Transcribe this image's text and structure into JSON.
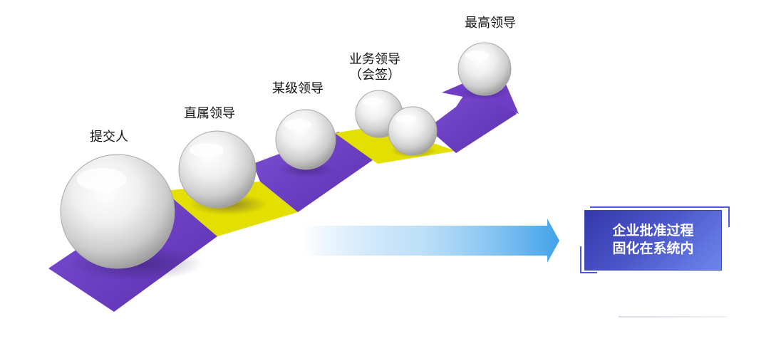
{
  "steps": [
    {
      "label": "提交人"
    },
    {
      "label": "直属领导"
    },
    {
      "label": "某级领导"
    },
    {
      "label_line1": "业务领导",
      "label_line2": "（会签）"
    },
    {
      "label": "最高领导"
    }
  ],
  "result": {
    "line1": "企业批准过程",
    "line2": "固化在系统内"
  },
  "colors": {
    "purple": "#7141c7",
    "yellow": "#e3df00",
    "arrow_blue": "#4da8ec",
    "result_box": "#4a55c8"
  }
}
